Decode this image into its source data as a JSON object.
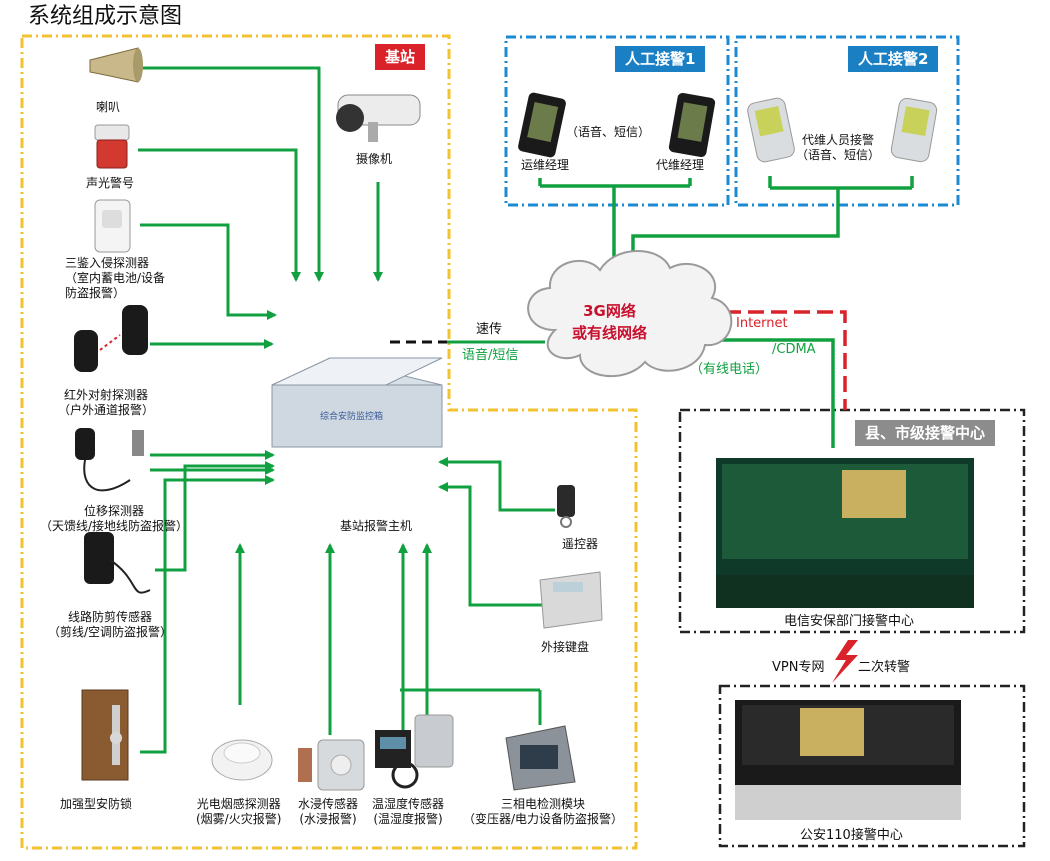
{
  "title": "系统组成示意图",
  "zones": {
    "base_station": "基站",
    "manual_1": "人工接警1",
    "manual_2": "人工接警2",
    "county_center": "县、市级接警中心"
  },
  "colors": {
    "base_border": "#f2c230",
    "manual_border": "#1b8ad3",
    "tag_red": "#d9222a",
    "tag_blue": "#1b7fc4",
    "tag_gray": "#8c8c8c",
    "link_green": "#10a040",
    "internet_red": "#d9222a",
    "cloud_fill": "#f3f3f3"
  },
  "devices": {
    "speaker": "喇叭",
    "siren": "声光警号",
    "camera": "摄像机",
    "pir": [
      "三鉴入侵探测器",
      "（室内蓄电池/设备",
      "防盗报警）"
    ],
    "infrared": [
      "红外对射探测器",
      "（户外通道报警）"
    ],
    "displacement": [
      "位移探测器",
      "（天馈线/接地线防盗报警）"
    ],
    "line_cut": [
      "线路防剪传感器",
      "（剪线/空调防盗报警）"
    ],
    "lock": "加强型安防锁",
    "smoke": [
      "光电烟感探测器",
      "(烟雾/火灾报警)"
    ],
    "water": [
      "水浸传感器",
      "(水浸报警)"
    ],
    "temp": [
      "温湿度传感器",
      "(温湿度报警)"
    ],
    "power": [
      "三相电检测模块",
      "（变压器/电力设备防盗报警）"
    ],
    "remote": "遥控器",
    "keypad": "外接键盘",
    "host": "基站报警主机",
    "host_panel_label": "综合安防监控箱"
  },
  "network": {
    "cloud": [
      "3G网络",
      "或有线网络"
    ],
    "fast": "速传",
    "voice_sms": "语音/短信",
    "internet": "Internet",
    "cdma": "/CDMA",
    "wired_phone": "（有线电话）",
    "vpn": "VPN专网",
    "relay": "二次转警"
  },
  "manual": {
    "m1_center": "（语音、短信）",
    "m1_left": "运维经理",
    "m1_right": "代维经理",
    "m2_text": [
      "代维人员接警",
      "（语音、短信）"
    ]
  },
  "centers": {
    "telecom": "电信安保部门接警中心",
    "police": "公安110接警中心"
  }
}
